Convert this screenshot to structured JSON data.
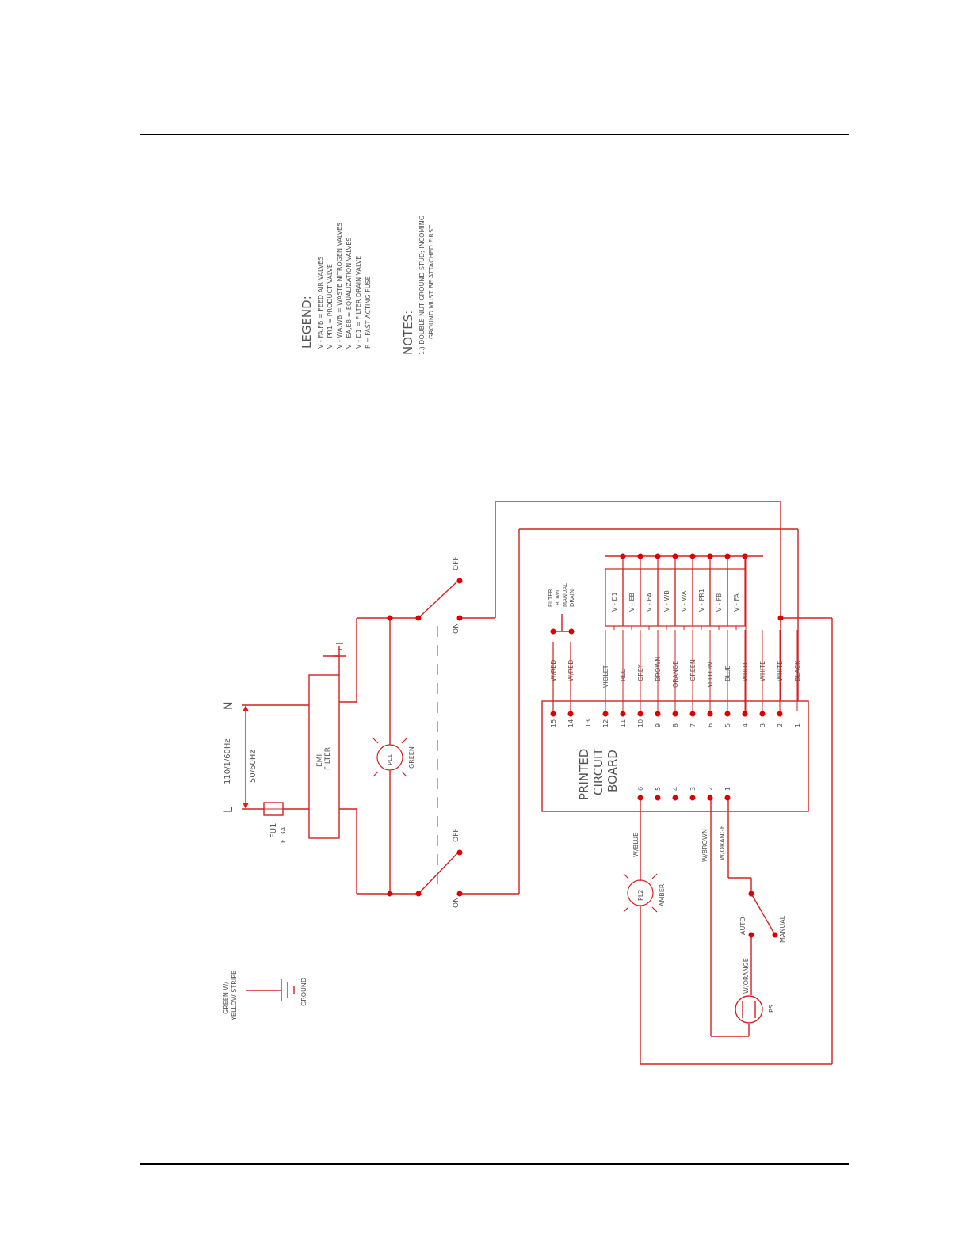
{
  "legend": {
    "title": "LEGEND:",
    "lines": [
      "V - FA,FB  = FEED AIR VALVES",
      "V - PR1  = PRODUCT VALVE",
      "V - WA,WB = WASTE NITROGEN VALVES",
      "V - EA,EB = EQUALIZATION VALVES",
      "V - D1   = FILTER DRAIN VALVE",
      "F = FAST ACTING FUSE"
    ]
  },
  "notes": {
    "title": "NOTES:",
    "lines": [
      "1.) DOUBLE NUT GROUND STUD; INCOMING",
      "GROUND MUST BE ATTACHED FIRST."
    ]
  },
  "power": {
    "neutral": "N",
    "line": "L",
    "voltage": "110/1/60Hz",
    "frequency": "50/60Hz",
    "fuse": "FU1",
    "fuse_rating": "F .3A",
    "emi_filter": [
      "EMI",
      "FILTER"
    ]
  },
  "switch": {
    "on": "ON",
    "off": "OFF"
  },
  "lamps": {
    "pl1": "PL1",
    "pl1_color": "GREEN",
    "pl2": "PL2",
    "pl2_color": "AMBER"
  },
  "board": {
    "label": [
      "PRINTED",
      "CIRCUIT",
      "BOARD"
    ]
  },
  "top_terminals": {
    "numbers": [
      "15",
      "14",
      "13",
      "12",
      "11",
      "10",
      "9",
      "8",
      "7",
      "6",
      "5",
      "4",
      "3",
      "2",
      "1"
    ],
    "wires": [
      "W/RED",
      "W/RED",
      "VIOLET",
      "RED",
      "GREY",
      "BROWN",
      "ORANGE",
      "GREEN",
      "YELLOW",
      "BLUE",
      "WHITE",
      "WHITE",
      "WHITE",
      "BLACK"
    ]
  },
  "valves": [
    "V - D1",
    "V - EB",
    "V - EA",
    "V - WB",
    "V - WA",
    "V - PR1",
    "V - FB",
    "V - FA"
  ],
  "filter_drain": [
    "FILTER",
    "BOWL",
    "MANUAL",
    "DRAIN"
  ],
  "bottom_terminals": {
    "numbers": [
      "6",
      "5",
      "4",
      "3",
      "2",
      "1"
    ],
    "wires": [
      "W/BLUE",
      "W/BROWN",
      "W/ORANGE",
      "W/ORANGE"
    ]
  },
  "mode_switch": {
    "auto": "AUTO",
    "manual": "MANUAL"
  },
  "pressure_switch": "PS",
  "ground": {
    "wire": [
      "GREEN W/",
      "YELLOW STRIPE"
    ],
    "label": "GROUND"
  },
  "colors": {
    "wire": "#d42020",
    "dot": "#dd0000",
    "frame": "#000000",
    "text": "#555555"
  }
}
